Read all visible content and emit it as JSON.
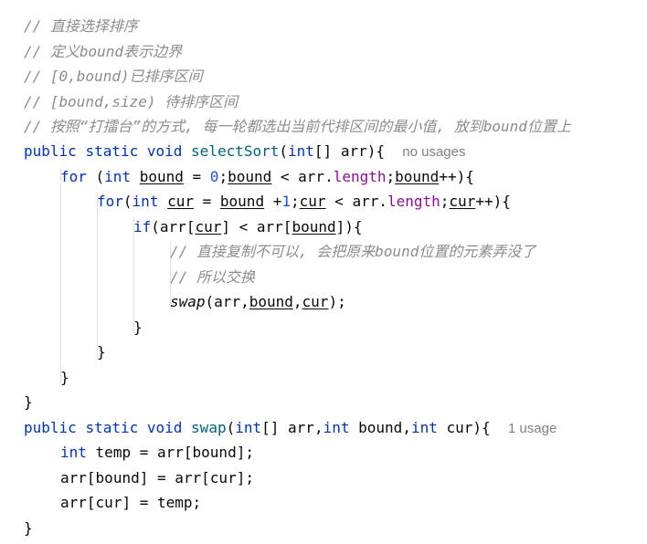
{
  "code": {
    "comments": [
      "// 直接选择排序",
      "// 定义bound表示边界",
      "// [0,bound)已排序区间",
      "// [bound,size) 待排序区间",
      "// 按照“打擂台”的方式, 每一轮都选出当前代排区间的最小值, 放到bound位置上"
    ],
    "inner_comments": [
      "// 直接复制不可以, 会把原来bound位置的元素弄没了",
      "// 所以交换"
    ],
    "keywords": {
      "public": "public",
      "static": "static",
      "void": "void",
      "int": "int",
      "for": "for",
      "if": "if"
    },
    "identifiers": {
      "selectSort": "selectSort",
      "swap": "swap",
      "arr": "arr",
      "bound": "bound",
      "cur": "cur",
      "temp": "temp",
      "length": "length",
      "zero": "0",
      "one": "1"
    },
    "usage_hints": {
      "selectSort": "no usages",
      "swap": "1 usage"
    }
  },
  "colors": {
    "keyword": "#0033b3",
    "function": "#00627a",
    "comment": "#8c8c8c",
    "number": "#1750eb",
    "field": "#871094",
    "hint": "#808080"
  }
}
